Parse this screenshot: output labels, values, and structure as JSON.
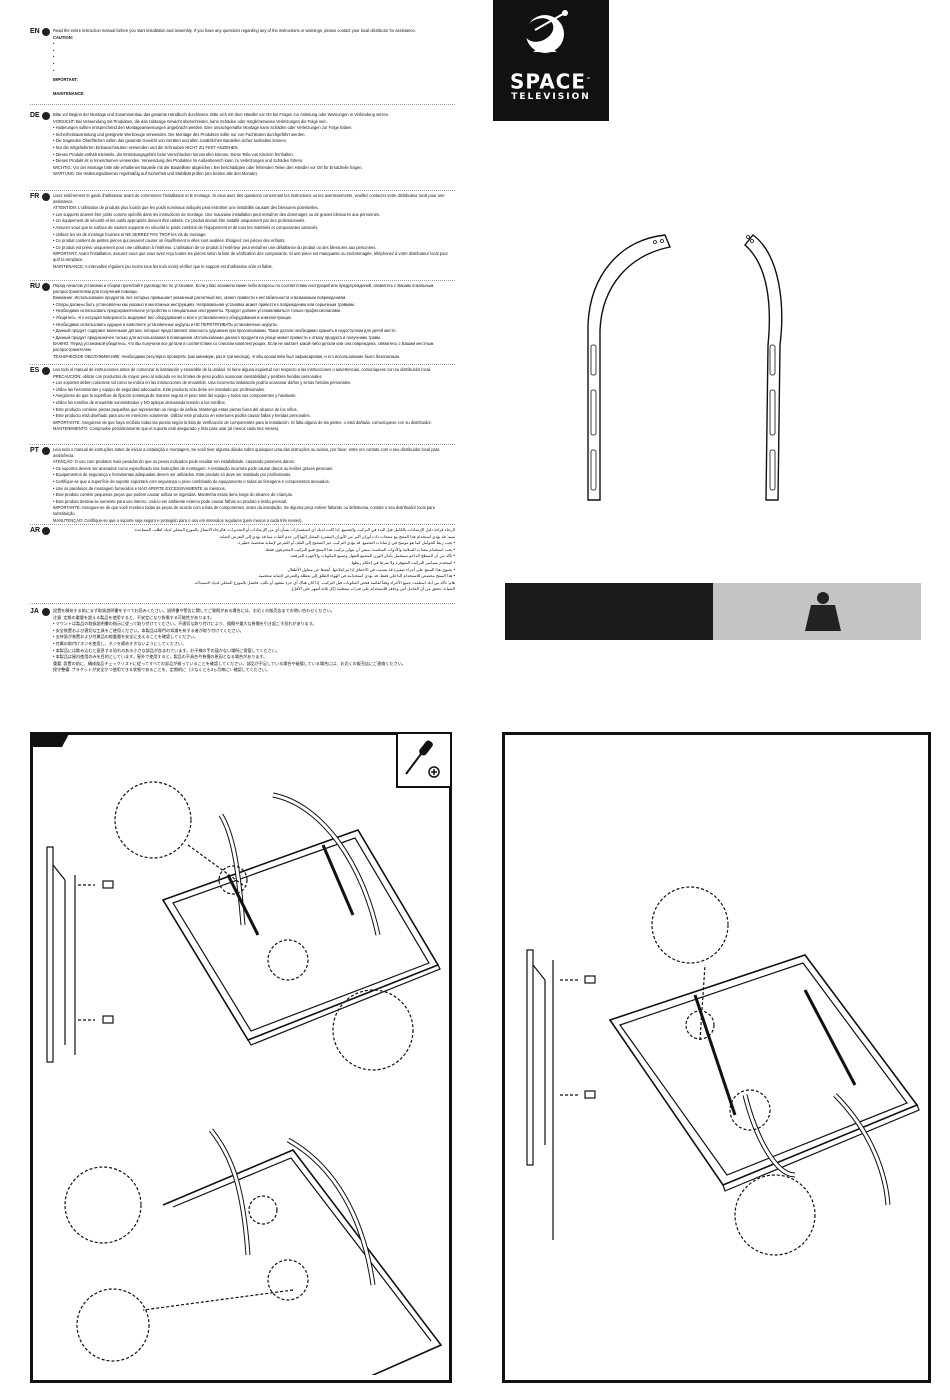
{
  "brand": {
    "name": "SPACE",
    "tm": "™",
    "sub": "TELEVISION"
  },
  "languages": [
    {
      "code": "EN",
      "paragraphs": [
        "Read the entire instruction manual before you start installation and assembly. If you have any questions regarding any of the instructions or warnings, please contact your local distributor for assistance.",
        "CAUTION:",
        "•",
        "•",
        "•",
        "•",
        "•",
        "IMPORTANT:",
        "MAINTENANCE:"
      ]
    },
    {
      "code": "DE",
      "paragraphs": [
        "Bitte vor Beginn der Montage und Zusammenbau das gesamte Handbuch durchlesen. Bitte sich mit dem Händler vor Ort bei Fragen zur Anleitung oder Warnungen in Verbindung setzen.",
        "VORSICHT: Bei Verwendung mit Produkten, die das zulässige Gewicht überschreiten, kann Schäden oder möglicherweise Verletzungen die Folge sein.",
        "• Halterungen sollten entsprechend den Montageanweisungen angebracht werden. Eine unsachgemäße Montage kann Schäden oder Verletzungen zur Folge haben.",
        "• Sicherheitsausrüstung und geeignete Werkzeuge verwenden. Die Montage des Produktes sollte nur von Fachleuten durchgeführt werden.",
        "• Die tragenden Oberflächen sollen das gesamte Gewicht von Geräten und allen zusätzlichen Bauteilen sicher aushalten können.",
        "• Nur die mitgelieferten Einbauschrauben verwenden und die Schrauben NICHT ZU FEST ANZIEHEN.",
        "• Dieses Produkt enthält Kleinteile, die Erstickungsgefahr beim Verschlucken hervorrufen können. Diese Teile von Kindern fernhalten.",
        "• Dieses Produkt ist in Innenräumen verwenden. Verwendung des Produktes im Außenbereich kann zu Verletzungen und Schäden führen.",
        "WICHTIG: Vor der Montage bitte alle erhaltenen Bauteile mit der Bauteilliste abgleichen. Bei beschädigten oder fehlenden Teilen den Händler vor Ort für Ersatzteile fragen.",
        "WARTUNG: Die Halterungsdämmer regelmäßig auf Sicherheit und Stabilität prüfen (am besten alle drei Monate)."
      ]
    },
    {
      "code": "FR",
      "paragraphs": [
        "Lisez entièrement le guide d'utilisateur avant de commencer l'installation et le montage. Si vous avez des questions concernant les instructions ou les avertissements, veuillez contacter votre distributeur local pour une assistance.",
        "ATTENTION: L'utilisation de produits plus lourds que les poids nominaux indiqués peut entraîner une instabilité causant des blessures potentielles.",
        "• Les supports doivent être joints comme spécifié dans les instructions de montage. Une mauvaise installation peut entraîner des dommages ou de graves blessures aux personnes.",
        "• Un équipement de sécurité et les outils appropriés doivent être utilisés. Ce produit devrait être installé uniquement par des professionnels.",
        "• Assurez-vous que la surface de soutien supporte en sécurité le poids combiné de l'équipement et de tous les matériels et composantes associés.",
        "• Utilisez les vis de montage fournies et NE SERREZ PAS TROP les vis de montage.",
        "• Ce produit contient de petites pièces qui peuvent causer un étouffement si elles sont avalées. Éloignez ces pièces des enfants.",
        "• Ce produit est prévu uniquement pour une utilisation à l'intérieur. L'utilisation de ce produit à l'extérieur peut entraîner une défaillance du produit ou des blessures aux personnes.",
        "IMPORTANT: Avant l'installation, assurez-vous que vous avez reçu toutes les pièces selon la liste de vérification des composants. Si une pièce est manquante ou endommagée, téléphonez à votre distributeur local pour qu'il la remplace.",
        "MAINTENANCE: A intervalles réguliers (au moins tous les trois mois) vérifiez que le support est d'utilisation sûre et fiable."
      ]
    },
    {
      "code": "RU",
      "paragraphs": [
        "Перед началом установки и сборки прочитайте руководство по установке. Если у Вас возникли какие-либо вопросы по соответствию инструкций или предупреждений, свяжитесь с Вашим локальным распространителем для получения помощи.",
        "Внимание: Использование продуктов, вес которых превышает указанный расчетный вес, может привести к нестабильности и возможным повреждениям.",
        "• Опоры должны быть установлены как указано в монтажных инструкциях. Неправильная установка может привести к повреждению или серьезным травмам.",
        "• Необходимо использовать предохранительное устройство и специальные инструменты. Продукт должен устанавливаться только профессионалами.",
        "• Убедитесь, что несущая поверхность выдержит вес оборудования и всего установленного оборудования и комплектующих.",
        "• Необходимо использовать идущие в комплекте установочные шурупы и НЕ ПЕРЕТЯГИВАТЬ установочные шурупы.",
        "• Данный продукт содержит маленькие детали, которые представляют опасность удушения при проглатывании. Такие детали необходимо хранить в недоступном для детей месте.",
        "• Данный продукт предназначен только для использования в помещении. Использование данного продукта на улице может привести к отказу продукта и получению травм.",
        "ВАЖНО: Перед установкой убедитесь, что Вы получили все детали в соответствии со списком комплектующих. Если не хватает какой-либо детали или она повреждена, свяжитесь с Вашим местным распространителем.",
        "ТЕХНИЧЕСКОЕ ОБСЛУЖИВАНИЕ: Необходимо регулярно проверять (как минимум, раз в три месяца), чтобы кронштейн был зафиксирован, и его использование было безопасным."
      ]
    },
    {
      "code": "ES",
      "paragraphs": [
        "Lea todo el manual de instrucciones antes de comenzar la instalación y ensamble de la unidad. Si tiene alguna inquietud con respecto a las instrucciones o advertencias, comuníquese con su distribuidor local.",
        "PRECAUCIÓN: utilizar con productos de mayor peso al indicado en los límites de peso podría ocasionar inestabilidad y posibles heridas personales.",
        "• Los soportes deben colocarse tal como se indica en las instrucciones de ensamble. Una incorrecta instalación podría ocasionar daños y serias heridas personales.",
        "• Utilice las herramientas y equipo de seguridad adecuados. Este producto sólo debe ser instalado por profesionales.",
        "• Asegúrese de que la superficie de fijación sostenga de manera segura el peso total del equipo y todos sus componentes y hardware.",
        "• Utilice los tornillos de ensamble suministrados y NO aplique demasiada tensión a los tornillos.",
        "• Este producto contiene piezas pequeñas que representan un riesgo de asfixia. Mantenga estas piezas fuera del alcance de los niños.",
        "• Este producto está diseñado para uso en interiores solamente. Utilizar este producto en exteriores podría causar fallas y heridas personales.",
        "IMPORTANTE: Asegúrese de que haya recibido todas las piezas según la lista de verificación de componentes para la instalación. Si falta alguna de las partes, o está dañada, comuníquese con su distribuidor.",
        "MANTENIMIENTO: Compruebe periódicamente que el soporte esté asegurado y listo para usar (al menos cada tres meses)."
      ]
    },
    {
      "code": "PT",
      "paragraphs": [
        "Leia todo o manual de instruções antes de iniciar a instalação e montagem. Se você tiver alguma dúvida sobre quaisquer uma das instruções ou avisos, por favor, entre em contato com o seu distribuidor local para assistência.",
        "ATENÇÃO: O uso com produtos mais pesados do que os pesos indicados pode resultar em instabilidade, causando possíveis danos.",
        "• Os suportes devem ser anexados como especificado nas instruções de montagem. A instalação incorreta pode causar danos ou lesões graves pessoais.",
        "• Equipamentos de segurança e ferramentas adequadas devem ser utilizados. Este produto só deve ser instalado por profissionais.",
        "• Certifique-se que a superfície de suporte suportará com segurança o peso combinado do equipamento e todas as ferragens e componentes anexados.",
        "• Use os parafusos de montagem fornecidos e NÃO APERTE EXCESSIVAMENTE os mesmos.",
        "• Este produto contém pequenas peças que podem causar asfixia se ingeridas. Mantenha essas itens longe do alcance de crianças.",
        "• Este produto destina-se somente para uso interno. Usá-lo em ambiente externo pode causar falhas no produto e lesão pessoal.",
        "IMPORTANTE: Assegure-se de que você recebeu todas as peças de acordo com a lista de componentes, antes da instalação. Se alguma peça estiver faltando ou defeituosa, contate o seu distribuidor local para substituição.",
        "MANUTENÇÃO: Certifique-se que o suporte seja seguro e protegido para o uso em intervalos regulares (pelo menos a cada três meses)."
      ]
    },
    {
      "code": "AR",
      "paragraphs": [
        "الرجاء قراءة دليل الإرشادات بالكامل قبل البدء في التركيب والتجميع. إذا كانت لديك أي استفسارات بشأن أي من الإرشادات أو التحذيرات، فالرجاء الاتصال بالموزع المحلي لديك لطلب المساعدة.",
        "تنبيه: قد يؤدي استخدام هذا المنتج مع منتجات ذات أوزان أكبر من الأوزان المقدرة المشار إليها إلى عدم الثبات مما قد يؤدي إلى التعرض لإصابة.",
        "• يجب ربط الحوامل كما هو موضح في إرشادات التجميع. قد يؤدي التركيب غير الصحيح إلى التلف أو التعرض لإصابة شخصية خطيرة.",
        "• يجب استخدام معدات السلامة والأدوات المناسبة. ينبغي أن يتولى تركيب هذا المنتج فنيو التركيب المحترفون فقط.",
        "• تأكد من أن السطح الداعم سيتحمل بأمان الوزن المجمع للجهاز وجميع المكونات والأجهزة المرفقة.",
        "• استخدم مسامير التركيب المتوفرة ولا تفرط في إحكام ربطها.",
        "• يحتوي هذا المنتج على أجزاء صغيرة قد تتسبب في الاختناق إذا تم ابتلاعها. أبعدها عن متناول الأطفال.",
        "• هذا المنتج مخصص للاستخدام الداخلي فقط. قد يؤدي استخدامه في الهواء الطلق إلى تعطله والتعرض لإصابة شخصية.",
        "هام: تأكد من أنك استلمت جميع الأجزاء وفقاً لقائمة فحص المكونات قبل التركيب. إذا كان هناك أي جزء مفقود أو تالف، فاتصل بالموزع المحلي لديك لاستبداله.",
        "الصيانة: تحقق من أن الحامل آمن وجاهز للاستخدام على فترات منتظمة (كل ثلاثة أشهر على الأقل)."
      ]
    },
    {
      "code": "JA",
      "paragraphs": [
        "設置を開始する前にまず取扱説明書をすべてお読みください。説明書や警告に関してご質問がある場合には、お近くの販売店までお問い合わせください。",
        "注意: 定格の重量を超える製品を使用すると、不安定になり負傷する可能性があります。",
        "• マウントは製品の取扱説明書の指示に従って取り付けてください。不適切な取り付けにより、損傷や重大な負傷を引き起こす恐れがあります。",
        "• 安全装置および適切な工具をご使用ください。本製品は専門の知識を有する者が取り付けてください。",
        "• 支持面が装置および付属品の総重量を安全に支えることを確認してください。",
        "• 付属の取付けネジを使用し、ネジを締めすぎないようにしてください。",
        "• 本製品には飲み込むと窒息する恐れのある小さな部品が含まれています。お子様の手の届かない場所に保管してください。",
        "• 本製品は屋内使用のみを目的としています。屋外で使用すると、製品の不具合や負傷の原因となる場合があります。",
        "重要: 設置の前に、構成部品チェックリストに従ってすべての部品が揃っていることを確認してください。部品が不足している場合や破損している場合には、お近くの販売店にご連絡ください。",
        "保守整備: ブラケットが安全かつ使用できる状態であることを、定期的に（少なくとも3ヵ月毎に）確認してください。"
      ]
    }
  ]
}
